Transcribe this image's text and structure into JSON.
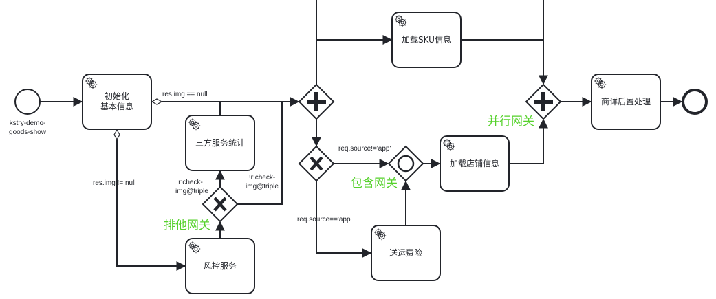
{
  "diagram": {
    "type": "BPMN process",
    "start_event": {
      "label_line1": "kstry-demo-",
      "label_line2": "goods-show"
    },
    "tasks": {
      "init": {
        "line1": "初始化",
        "line2": "基本信息",
        "icon": "service-task-gear-icon"
      },
      "third_party_stats": {
        "label": "三方服务统计",
        "icon": "service-task-gear-icon"
      },
      "risk_control": {
        "label": "风控服务",
        "icon": "service-task-gear-icon"
      },
      "load_sku": {
        "label": "加载SKU信息",
        "icon": "service-task-gear-icon"
      },
      "load_shop": {
        "label": "加载店铺信息",
        "icon": "service-task-gear-icon"
      },
      "shipping_insurance": {
        "label": "送运费险",
        "icon": "service-task-gear-icon"
      },
      "post_process": {
        "label": "商详后置处理",
        "icon": "service-task-gear-icon"
      }
    },
    "flow_labels": {
      "img_null": "res.img == null",
      "img_not_null": "res.img != null",
      "check_img_line1": "r:check-",
      "check_img_line2": "img@triple",
      "not_check_img_line1": "!r:check-",
      "not_check_img_line2": "img@triple",
      "source_not_app": "req.source!='app'",
      "source_app": "req.source=='app'"
    },
    "annotations": {
      "exclusive_gateway": "排他网关",
      "inclusive_gateway": "包含网关",
      "parallel_gateway": "并行网关",
      "color": "#55d12b"
    },
    "colors": {
      "stroke": "#22242a",
      "background": "#ffffff"
    }
  }
}
